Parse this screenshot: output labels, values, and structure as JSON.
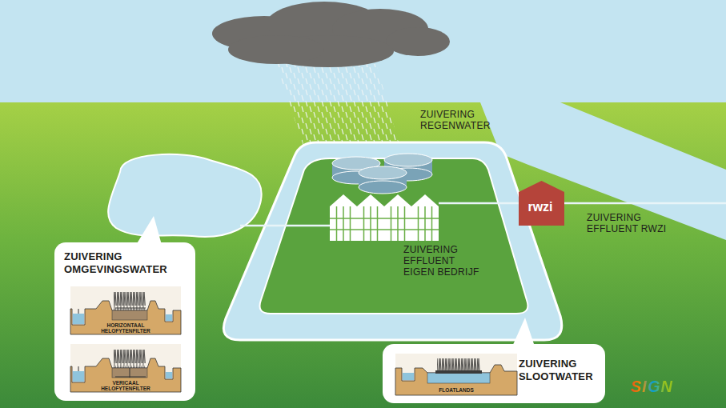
{
  "diagram": {
    "nodes": [
      {
        "text": [
          "ZUIVERING EFFLUENT EIGEN BEDRIJF"
        ]
      },
      {
        "text": [
          "rwzi"
        ]
      },
      {
        "text": [
          "ZUIVERING OMGEVINGSWATER"
        ]
      },
      {
        "text": [
          "HORIZONTAAL HELOFYTENFILTER"
        ],
        "in": 2
      },
      {
        "text": [
          "VERICAAL HELOFYTENFILTER"
        ],
        "in": 2
      },
      {
        "text": [
          "ZUIVERING SLOOTWATER"
        ]
      },
      {
        "text": [
          "FLOATLANDS"
        ],
        "in": 5
      }
    ],
    "edges": [
      {
        "from": 1,
        "to": 0,
        "arrow": "none"
      }
    ],
    "labels": [
      "ZUIVERING REGENWATER",
      "ZUIVERING EFFLUENT RWZI",
      "SIGN"
    ]
  }
}
